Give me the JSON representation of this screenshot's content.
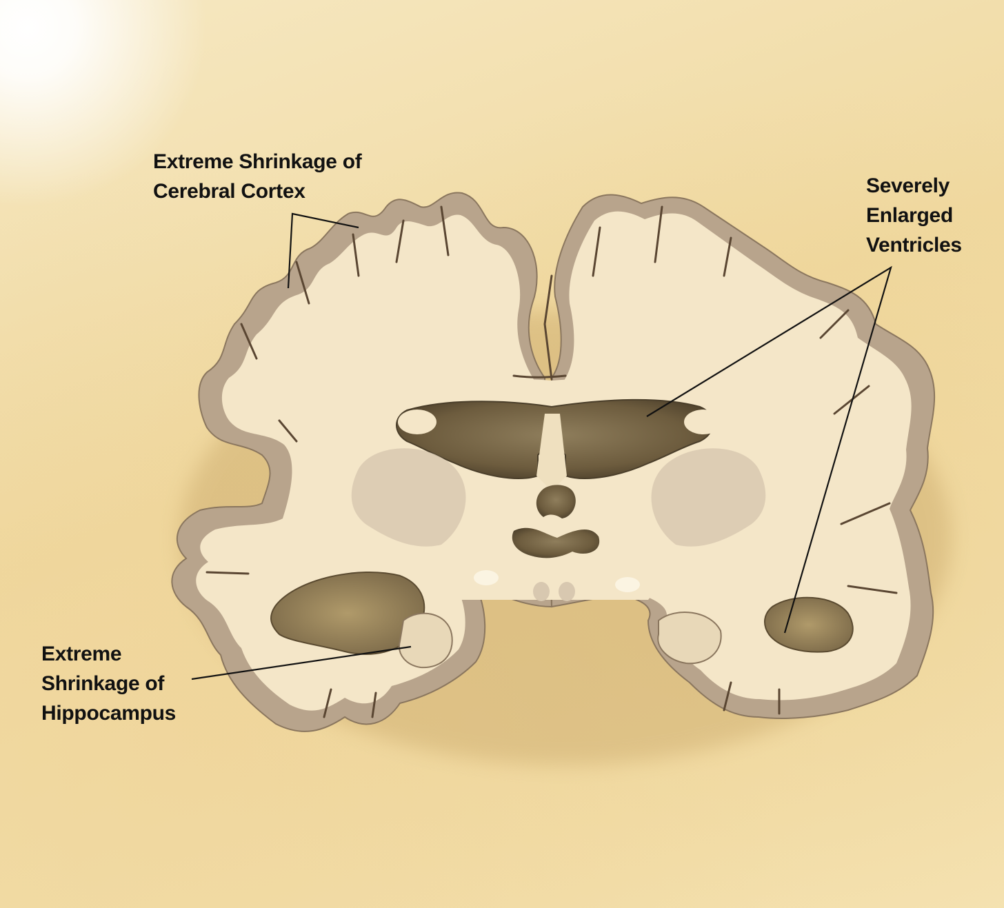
{
  "labels": {
    "cortex": {
      "line1": "Extreme Shrinkage of",
      "line2": "Cerebral Cortex"
    },
    "ventricles": {
      "line1": "Severely",
      "line2": "Enlarged",
      "line3": "Ventricles"
    },
    "hippocampus": {
      "line1": "Extreme",
      "line2": "Shrinkage of",
      "line3": "Hippocampus"
    }
  },
  "colors": {
    "background": "#f0d9a0",
    "cortex_gray_matter": "#b8a48c",
    "white_matter": "#f4e6c8",
    "ventricle_shadow": "#6e5c40",
    "leader_line": "#111111"
  }
}
